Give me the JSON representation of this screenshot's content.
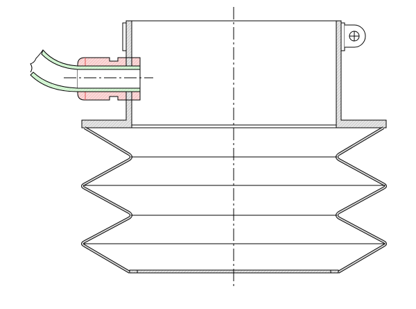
{
  "drawing": {
    "type": "technical-section-drawing",
    "subject": "bellows-housing-with-cable-gland",
    "colors": {
      "line": "#000000",
      "hatch_gray": "#d8d8d8",
      "gland_fill": "#f6c9c9",
      "gland_edge": "#e05050",
      "cable_fill": "#cdf3cd",
      "background": "#ffffff"
    },
    "bellows_folds": 2
  }
}
